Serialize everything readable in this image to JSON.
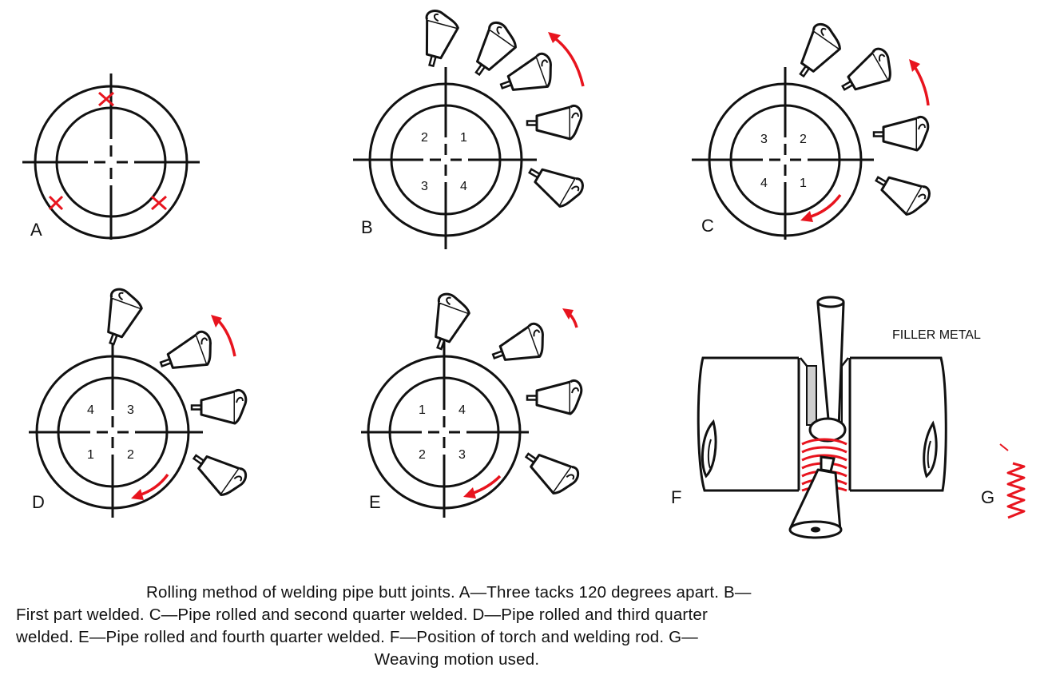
{
  "panels": [
    {
      "id": "A",
      "label": "A",
      "quadrants": []
    },
    {
      "id": "B",
      "label": "B",
      "quadrants": [
        "1",
        "2",
        "3",
        "4"
      ]
    },
    {
      "id": "C",
      "label": "C",
      "quadrants": [
        "2",
        "3",
        "4",
        "1"
      ]
    },
    {
      "id": "D",
      "label": "D",
      "quadrants": [
        "3",
        "4",
        "1",
        "2"
      ]
    },
    {
      "id": "E",
      "label": "E",
      "quadrants": [
        "4",
        "1",
        "2",
        "3"
      ]
    },
    {
      "id": "F",
      "label": "F",
      "quadrants": []
    },
    {
      "id": "G",
      "label": "G",
      "quadrants": []
    }
  ],
  "filler_metal_label": "FILLER METAL",
  "caption": {
    "line1": "Rolling method of welding pipe butt joints. A—Three tacks 120 degrees apart. B—",
    "line2": "First part welded. C—Pipe rolled and second quarter welded. D—Pipe rolled and third quarter",
    "line3": "welded. E—Pipe rolled and fourth quarter welded. F—Position of torch and welding rod. G—",
    "line4": "Weaving motion used."
  },
  "colors": {
    "ink": "#111111",
    "accent": "#e8141e"
  }
}
